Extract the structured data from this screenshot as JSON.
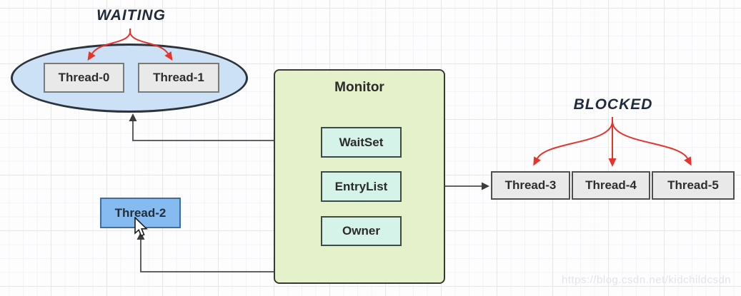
{
  "diagram": {
    "labels": {
      "waiting": "WAITING",
      "blocked": "BLOCKED"
    },
    "monitor": {
      "title": "Monitor",
      "slots": [
        {
          "label": "WaitSet"
        },
        {
          "label": "EntryList"
        },
        {
          "label": "Owner"
        }
      ]
    },
    "waiting_threads": [
      {
        "label": "Thread-0"
      },
      {
        "label": "Thread-1"
      }
    ],
    "owner_thread": {
      "label": "Thread-2"
    },
    "blocked_threads": [
      {
        "label": "Thread-3"
      },
      {
        "label": "Thread-4"
      },
      {
        "label": "Thread-5"
      }
    ],
    "watermark": "https://blog.csdn.net/kidchildcsdn",
    "colors": {
      "ellipse_fill": "#cde1f6",
      "monitor_fill": "#e4f1ca",
      "slot_fill": "#d6f3ea",
      "thread_gray_fill": "#e9e9e9",
      "thread_blue_fill": "#85bbf1",
      "arrow_red": "#e5352b",
      "arrow_dark": "#3d3d3d",
      "label_text": "#212b39"
    }
  }
}
